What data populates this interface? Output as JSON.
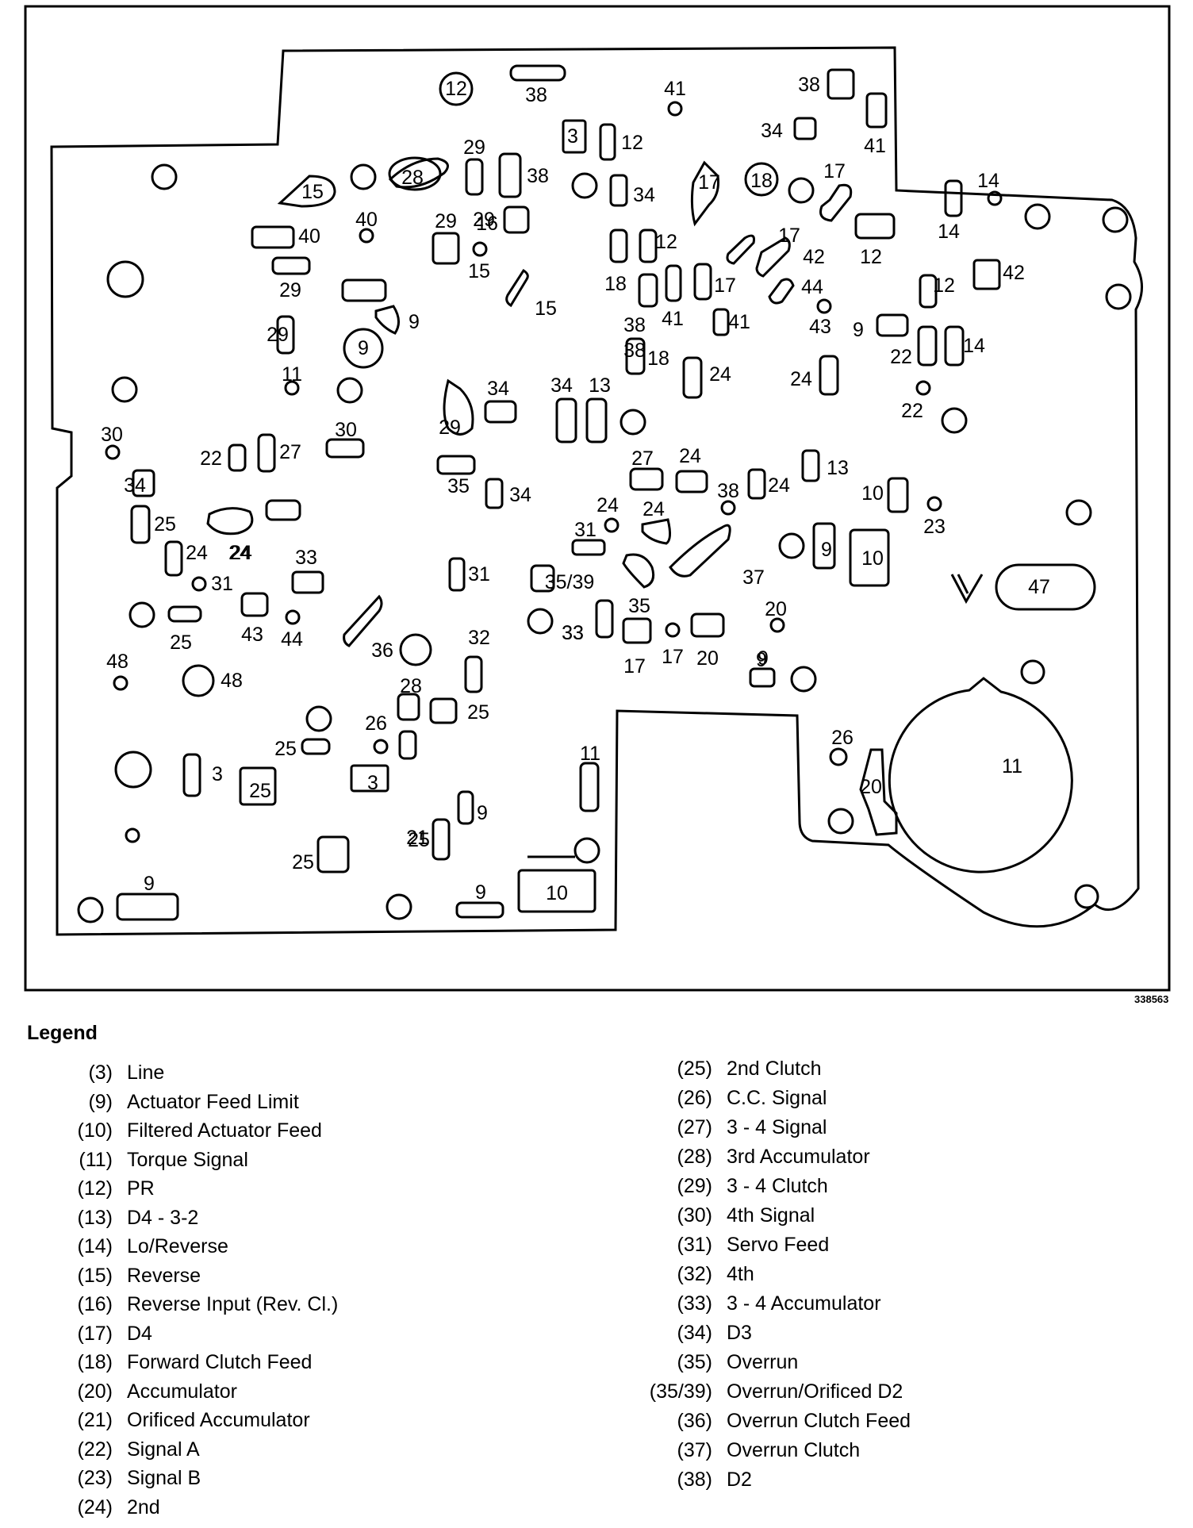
{
  "figure_id": "338563",
  "plate_labels": [
    "38",
    "12",
    "41",
    "38",
    "34",
    "41",
    "3",
    "12",
    "29",
    "38",
    "28",
    "15",
    "17",
    "18",
    "17",
    "14",
    "14",
    "40",
    "40",
    "29",
    "16",
    "34",
    "12",
    "17",
    "42",
    "12",
    "42",
    "29",
    "29",
    "15",
    "12",
    "18",
    "41",
    "17",
    "44",
    "15",
    "9",
    "29",
    "9",
    "38",
    "41",
    "43",
    "9",
    "22",
    "14",
    "11",
    "38",
    "18",
    "24",
    "24",
    "22",
    "34",
    "34",
    "13",
    "29",
    "30",
    "22",
    "30",
    "27",
    "27",
    "24",
    "13",
    "38",
    "24",
    "10",
    "23",
    "34",
    "35",
    "34",
    "24",
    "24",
    "25",
    "24",
    "24",
    "31",
    "9",
    "10",
    "47",
    "24",
    "31",
    "33",
    "35/39",
    "31",
    "33",
    "37",
    "20",
    "25",
    "43",
    "44",
    "36",
    "35",
    "33",
    "32",
    "17",
    "17",
    "20",
    "9",
    "48",
    "48",
    "28",
    "25",
    "26",
    "25",
    "9",
    "11",
    "26",
    "3",
    "25",
    "21",
    "20",
    "11",
    "3",
    "9",
    "25",
    "25",
    "9",
    "9",
    "10"
  ],
  "legend": {
    "title": "Legend",
    "left": [
      {
        "code": "(3)",
        "label": "Line"
      },
      {
        "code": "(9)",
        "label": "Actuator Feed Limit"
      },
      {
        "code": "(10)",
        "label": "Filtered Actuator Feed"
      },
      {
        "code": "(11)",
        "label": "Torque Signal"
      },
      {
        "code": "(12)",
        "label": "PR"
      },
      {
        "code": "(13)",
        "label": "D4 - 3-2"
      },
      {
        "code": "(14)",
        "label": "Lo/Reverse"
      },
      {
        "code": "(15)",
        "label": "Reverse"
      },
      {
        "code": "(16)",
        "label": "Reverse Input (Rev. Cl.)"
      },
      {
        "code": "(17)",
        "label": "D4"
      },
      {
        "code": "(18)",
        "label": "Forward Clutch Feed"
      },
      {
        "code": "(20)",
        "label": "Accumulator"
      },
      {
        "code": "(21)",
        "label": "Orificed Accumulator"
      },
      {
        "code": "(22)",
        "label": "Signal A"
      },
      {
        "code": "(23)",
        "label": "Signal B"
      },
      {
        "code": "(24)",
        "label": "2nd"
      }
    ],
    "right": [
      {
        "code": "(25)",
        "label": "2nd Clutch"
      },
      {
        "code": "(26)",
        "label": "C.C. Signal"
      },
      {
        "code": "(27)",
        "label": "3 - 4 Signal"
      },
      {
        "code": "(28)",
        "label": "3rd Accumulator"
      },
      {
        "code": "(29)",
        "label": "3 - 4 Clutch"
      },
      {
        "code": "(30)",
        "label": "4th Signal"
      },
      {
        "code": "(31)",
        "label": "Servo Feed"
      },
      {
        "code": "(32)",
        "label": "4th"
      },
      {
        "code": "(33)",
        "label": "3 - 4 Accumulator"
      },
      {
        "code": "(34)",
        "label": "D3"
      },
      {
        "code": "(35)",
        "label": "Overrun"
      },
      {
        "code": "(35/39)",
        "label": "Overrun/Orificed D2"
      },
      {
        "code": "(36)",
        "label": "Overrun Clutch Feed"
      },
      {
        "code": "(37)",
        "label": "Overrun Clutch"
      },
      {
        "code": "(38)",
        "label": "D2"
      }
    ]
  }
}
